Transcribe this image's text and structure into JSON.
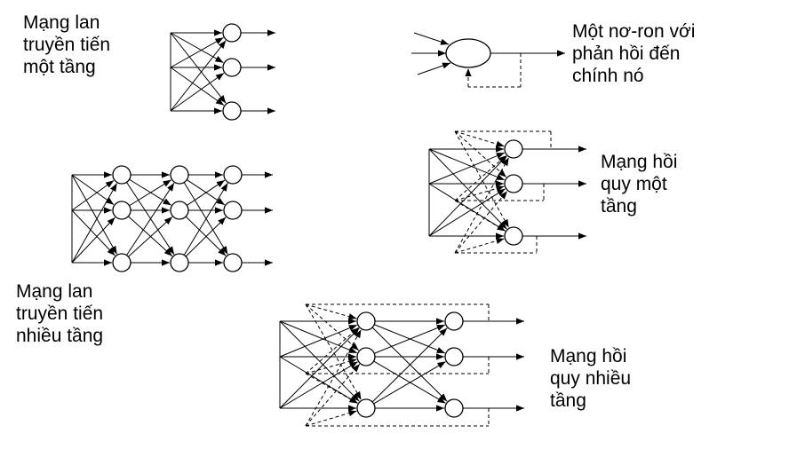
{
  "labels": {
    "single_layer_feedforward": [
      "Mạng lan",
      "truyền tiến",
      "một tầng"
    ],
    "self_feedback_neuron": [
      "Một nơ-ron với",
      "phản hồi đến",
      "chính nó"
    ],
    "single_layer_recurrent": [
      "Mạng hồi",
      "quy một",
      "tầng"
    ],
    "multi_layer_feedforward": [
      "Mạng lan",
      "truyền tiến",
      "nhiều tầng"
    ],
    "multi_layer_recurrent": [
      "Mạng hồi",
      "quy nhiều",
      "tầng"
    ]
  },
  "networks": {
    "single_layer_feedforward": {
      "inputs": 3,
      "layers": [
        3
      ],
      "recurrent": false
    },
    "self_feedback_neuron": {
      "inputs": 3,
      "layers": [
        1
      ],
      "recurrent": true
    },
    "single_layer_recurrent": {
      "inputs": 3,
      "layers": [
        3
      ],
      "recurrent": true
    },
    "multi_layer_feedforward": {
      "inputs": 3,
      "layers": [
        3,
        3,
        3
      ],
      "recurrent": false
    },
    "multi_layer_recurrent": {
      "inputs": 3,
      "layers": [
        3,
        3
      ],
      "recurrent": true
    }
  }
}
